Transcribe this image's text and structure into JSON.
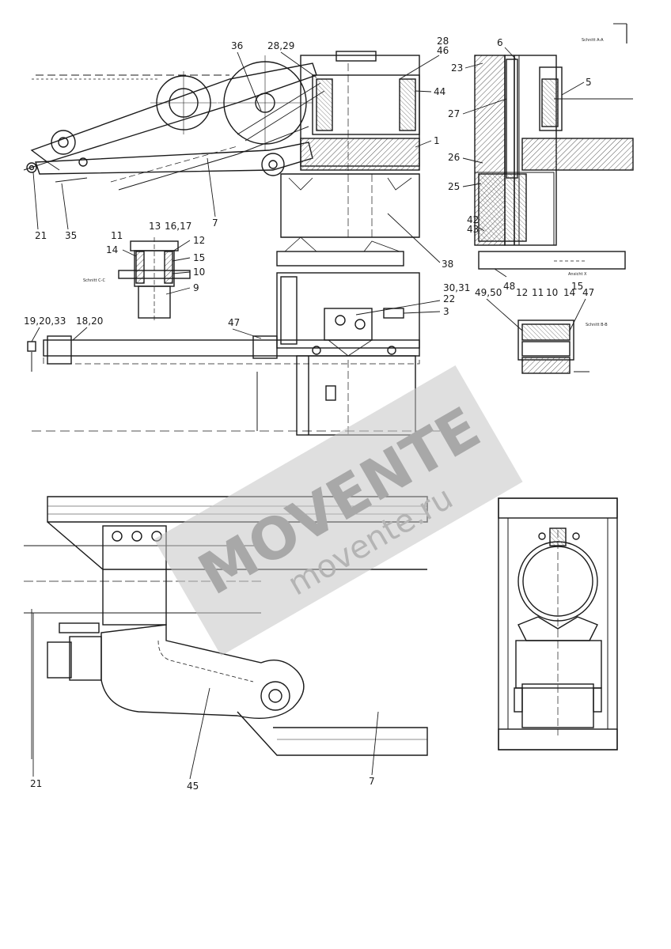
{
  "watermark": {
    "brand": "MOVENTE",
    "url": "movente.ru"
  },
  "captions": {
    "section_aa": "Schnitt A-A",
    "section_cc": "Schnitt C-C",
    "section_bb": "Schnitt B-B",
    "view_x": "Ansicht X"
  },
  "callouts": {
    "c36": "36",
    "c2829": "28,29",
    "c2846": "28",
    "c46": "46",
    "c44": "44",
    "c1": "1",
    "c21a": "21",
    "c35": "35",
    "c7a": "7",
    "c38": "38",
    "c6": "6",
    "c23": "23",
    "c5": "5",
    "c27": "27",
    "c26": "26",
    "c25": "25",
    "c42": "42",
    "c43": "43",
    "c11a": "11",
    "c13": "13",
    "c1617": "16,17",
    "c12a": "12",
    "c14a": "14",
    "c15a": "15",
    "c10a": "10",
    "c9": "9",
    "c3031": "30,31",
    "c22": "22",
    "c3": "3",
    "c192033": "19,20,33",
    "c1820": "18,20",
    "c47a": "47",
    "c4950": "49,50",
    "c48": "48",
    "c12b": "12",
    "c11b": "11",
    "c10b": "10",
    "c14b": "14",
    "c15b": "15",
    "c47b": "47",
    "c21b": "21",
    "c45": "45",
    "c7b": "7"
  },
  "colors": {
    "ink": "#1a1a1a",
    "hatch": "#555555",
    "watermark": "#a8a8a8"
  }
}
